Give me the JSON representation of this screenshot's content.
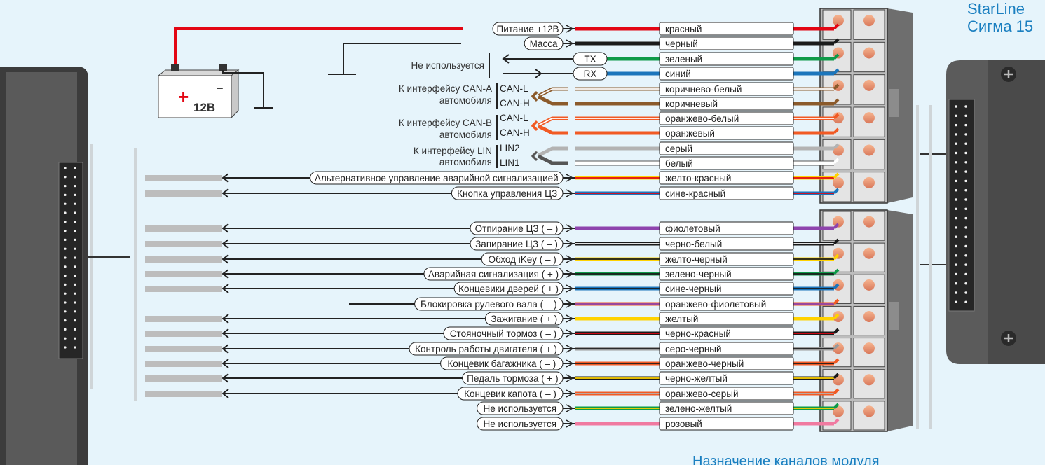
{
  "brand": {
    "line1": "StarLine",
    "line2": "Сигма 15"
  },
  "footer": {
    "caption": "Назначение каналов модуля"
  },
  "battery": {
    "label": "12В",
    "plus": "+",
    "minus": "–"
  },
  "group_labels": {
    "unused": "Не используется",
    "can_a_line1": "К интерфейсу CAN-A",
    "can_a_line2": "автомобиля",
    "can_b_line1": "К интерфейсу CAN-B",
    "can_b_line2": "автомобиля",
    "lin_line1": "К интерфейсу LIN",
    "lin_line2": "автомобиля"
  },
  "wires": [
    {
      "function": "Питание +12В",
      "color_name": "красный",
      "c1": "#e30613",
      "c2": "",
      "arrow": "",
      "tag": ""
    },
    {
      "function": "Масса",
      "color_name": "черный",
      "c1": "#1a1a1a",
      "c2": "",
      "arrow": "",
      "tag": ""
    },
    {
      "function": "",
      "color_name": "зеленый",
      "c1": "#0e9a48",
      "c2": "",
      "arrow": "left",
      "tag": "TX"
    },
    {
      "function": "",
      "color_name": "синий",
      "c1": "#1b75bb",
      "c2": "",
      "arrow": "right",
      "tag": "RX"
    },
    {
      "function": "",
      "color_name": "коричнево-белый",
      "c1": "#8b5a2b",
      "c2": "#ffffff",
      "arrow": "",
      "tag": "CAN-L"
    },
    {
      "function": "",
      "color_name": "коричневый",
      "c1": "#8b5a2b",
      "c2": "",
      "arrow": "",
      "tag": "CAN-H"
    },
    {
      "function": "",
      "color_name": "оранжево-белый",
      "c1": "#f15a24",
      "c2": "#ffffff",
      "arrow": "",
      "tag": "CAN-L"
    },
    {
      "function": "",
      "color_name": "оранжевый",
      "c1": "#f15a24",
      "c2": "",
      "arrow": "",
      "tag": "CAN-H"
    },
    {
      "function": "",
      "color_name": "серый",
      "c1": "#b3b3b3",
      "c2": "",
      "arrow": "",
      "tag": "LIN2"
    },
    {
      "function": "",
      "color_name": "белый",
      "c1": "#ffffff",
      "c2": "",
      "arrow": "",
      "tag": "LIN1"
    },
    {
      "function": "Альтернативное управление аварийной сигнализацией",
      "color_name": "желто-красный",
      "c1": "#ffd200",
      "c2": "#e30613",
      "arrow": "left",
      "tag": ""
    },
    {
      "function": "Кнопка управления ЦЗ",
      "color_name": "сине-красный",
      "c1": "#1b75bb",
      "c2": "#e30613",
      "arrow": "left",
      "tag": ""
    },
    {
      "function": "Отпирание ЦЗ ( – )",
      "color_name": "фиолетовый",
      "c1": "#8e44ad",
      "c2": "",
      "arrow": "left",
      "tag": ""
    },
    {
      "function": "Запирание ЦЗ ( – )",
      "color_name": "черно-белый",
      "c1": "#1a1a1a",
      "c2": "#ffffff",
      "arrow": "left",
      "tag": ""
    },
    {
      "function": "Обход iKey ( – )",
      "color_name": "желто-черный",
      "c1": "#ffd200",
      "c2": "#1a1a1a",
      "arrow": "left",
      "tag": ""
    },
    {
      "function": "Аварийная сигнализация ( + )",
      "color_name": "зелено-черный",
      "c1": "#0e9a48",
      "c2": "#1a1a1a",
      "arrow": "left",
      "tag": ""
    },
    {
      "function": "Концевики дверей ( + )",
      "color_name": "сине-черный",
      "c1": "#1b75bb",
      "c2": "#1a1a1a",
      "arrow": "left",
      "tag": ""
    },
    {
      "function": "Блокировка рулевого вала ( – )",
      "color_name": "оранжево-фиолетовый",
      "c1": "#f15a24",
      "c2": "#8e44ad",
      "arrow": "",
      "tag": ""
    },
    {
      "function": "Зажигание ( + )",
      "color_name": "желтый",
      "c1": "#ffd200",
      "c2": "",
      "arrow": "left",
      "tag": ""
    },
    {
      "function": "Стояночный тормоз ( – )",
      "color_name": "черно-красный",
      "c1": "#1a1a1a",
      "c2": "#e30613",
      "arrow": "left",
      "tag": ""
    },
    {
      "function": "Контроль работы двигателя ( + )",
      "color_name": "серо-черный",
      "c1": "#9a9a9a",
      "c2": "#1a1a1a",
      "arrow": "left",
      "tag": ""
    },
    {
      "function": "Концевик багажника ( – )",
      "color_name": "оранжево-черный",
      "c1": "#f15a24",
      "c2": "#1a1a1a",
      "arrow": "left",
      "tag": ""
    },
    {
      "function": "Педаль тормоза ( + )",
      "color_name": "черно-желтый",
      "c1": "#1a1a1a",
      "c2": "#ffd200",
      "arrow": "left",
      "tag": ""
    },
    {
      "function": "Концевик капота ( – )",
      "color_name": "оранжево-серый",
      "c1": "#f15a24",
      "c2": "#b3b3b3",
      "arrow": "left",
      "tag": ""
    },
    {
      "function": "Не используется",
      "color_name": "зелено-желтый",
      "c1": "#0e9a48",
      "c2": "#ffd200",
      "arrow": "",
      "tag": ""
    },
    {
      "function": "Не используется",
      "color_name": "розовый",
      "c1": "#f07aa0",
      "c2": "",
      "arrow": "",
      "tag": ""
    }
  ]
}
